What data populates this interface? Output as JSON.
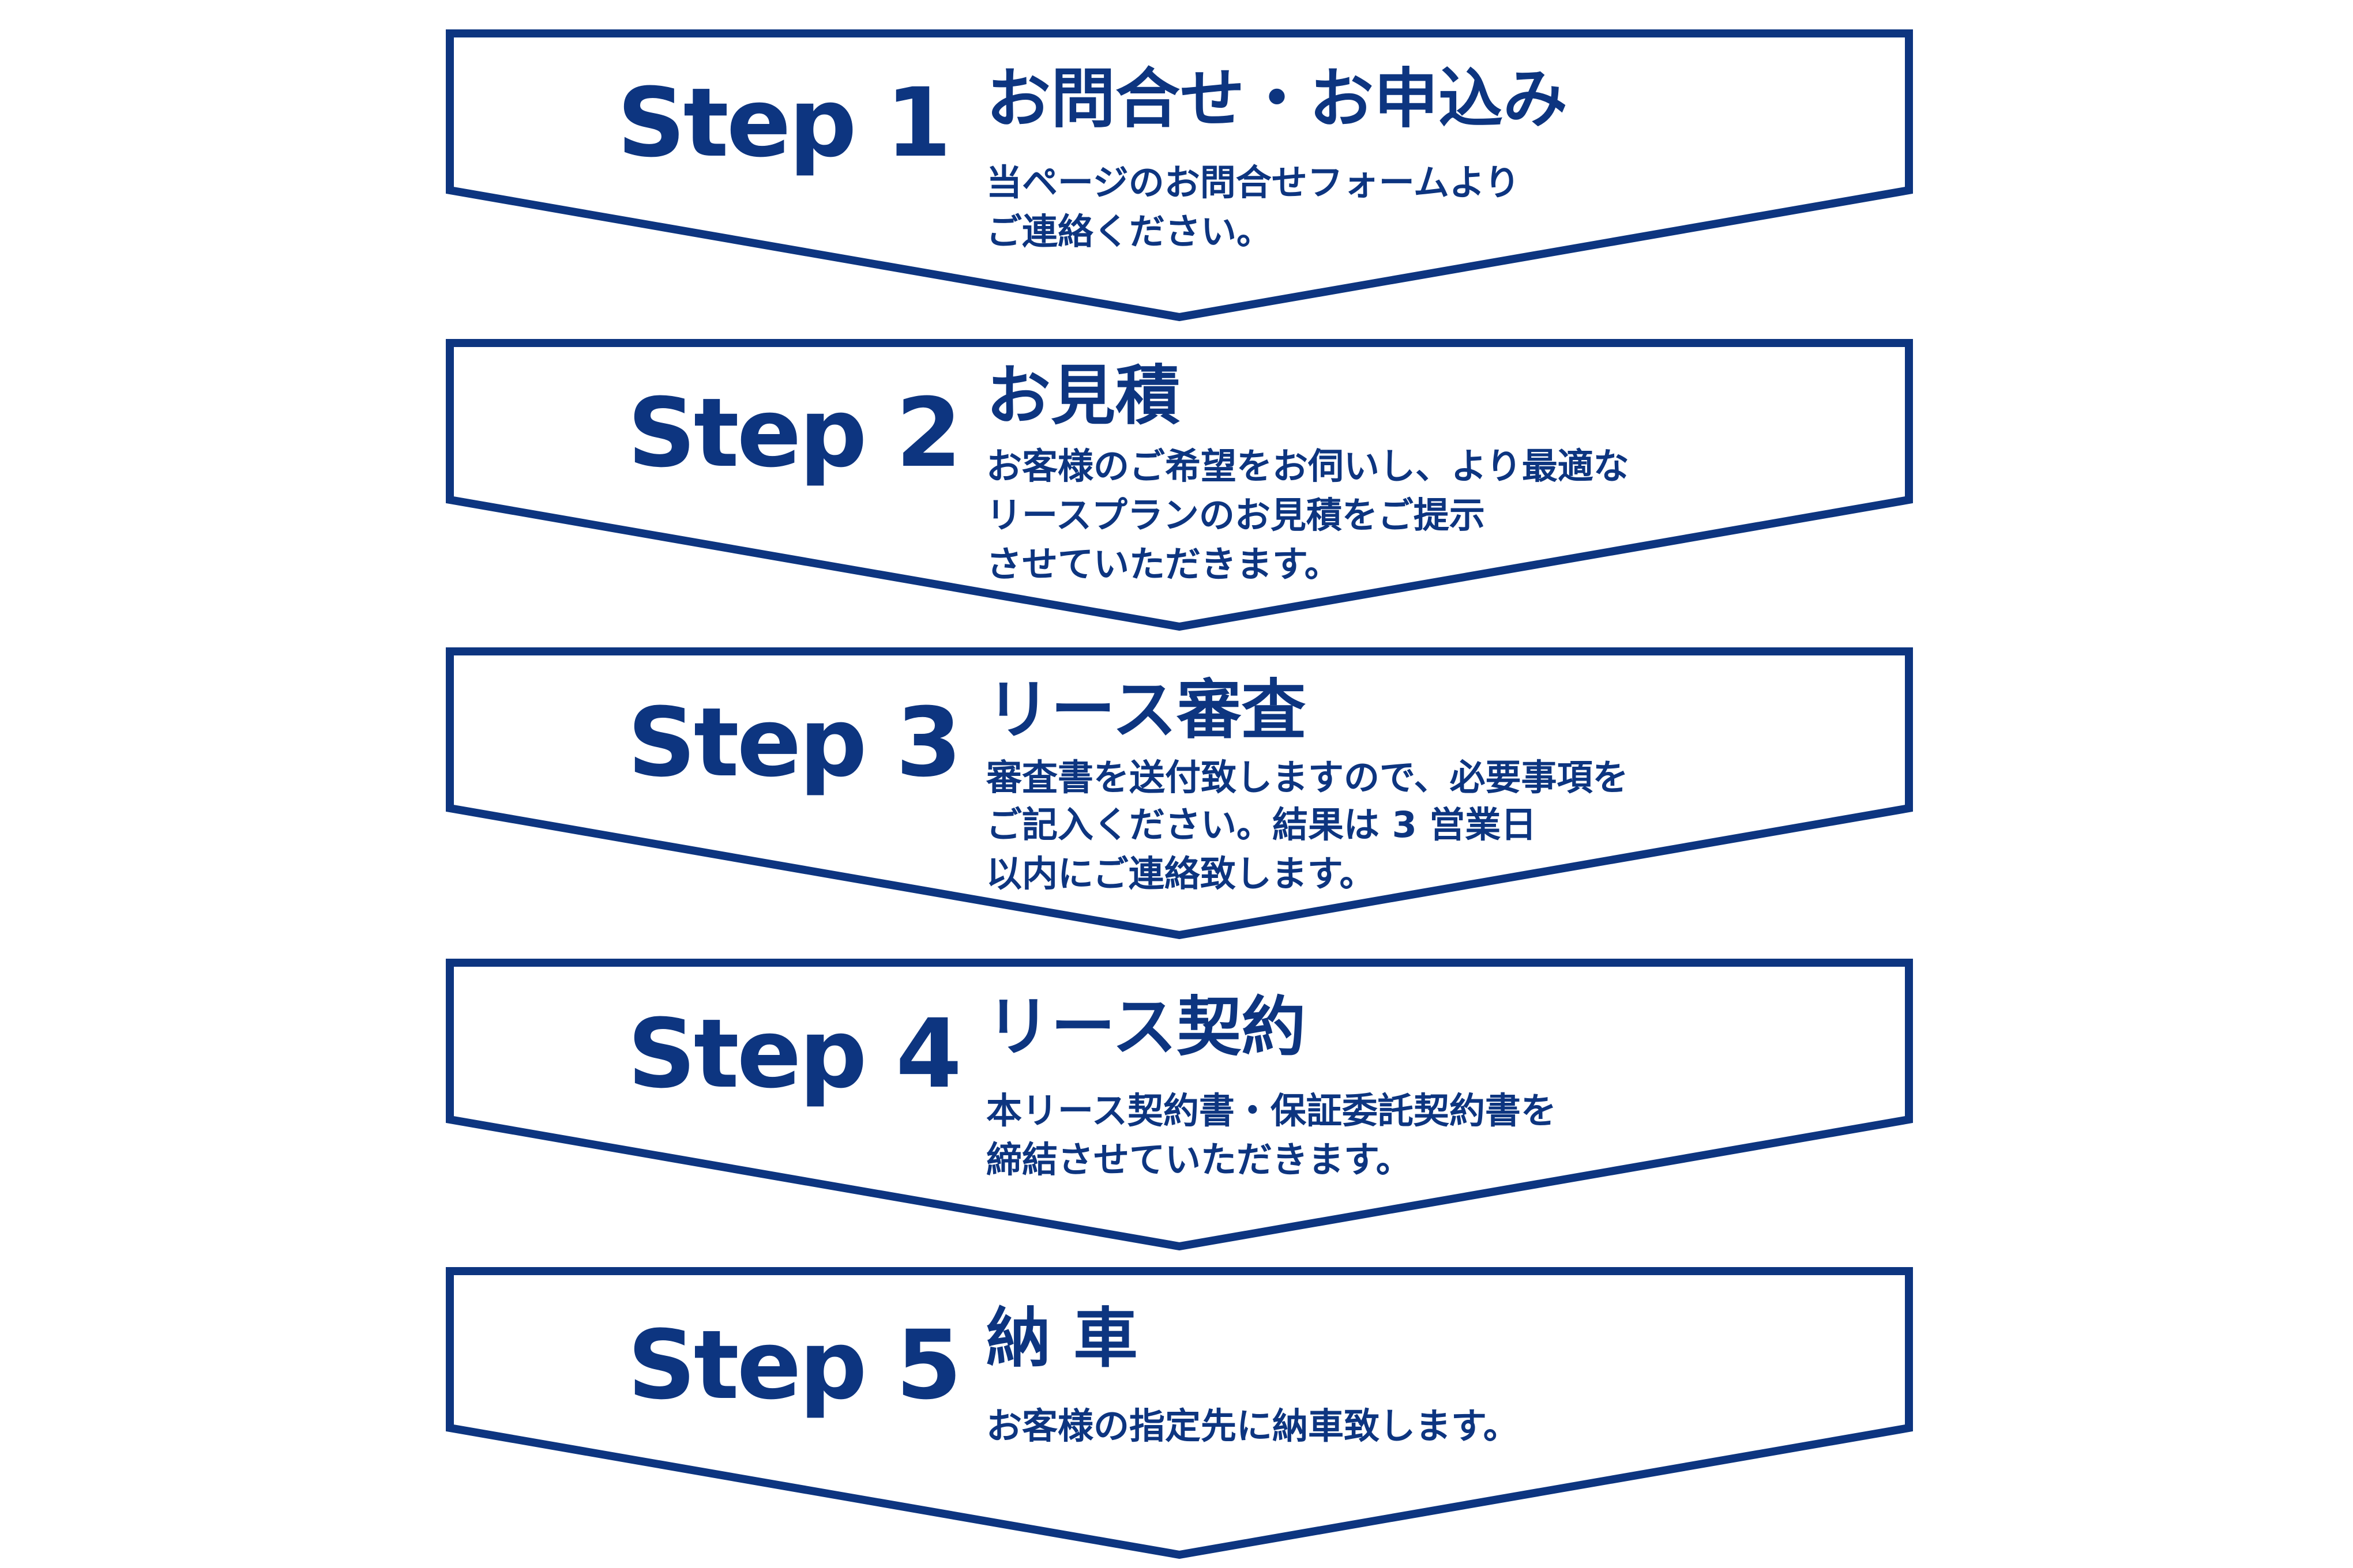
{
  "colors": {
    "accent": "#0d3580",
    "background": "#ffffff"
  },
  "steps": [
    {
      "label": "Step 1",
      "title": "お問合せ・お申込み",
      "description": [
        "当ページのお問合せフォームより",
        "ご連絡ください。"
      ]
    },
    {
      "label": "Step 2",
      "title": "お見積",
      "description": [
        "お客様のご希望をお伺いし、より最適な",
        "リースプランのお見積をご提示",
        "させていただきます。"
      ]
    },
    {
      "label": "Step 3",
      "title": "リース審査",
      "description": [
        "審査書を送付致しますので、必要事項を",
        "ご記入ください。結果は 3 営業日",
        "以内にご連絡致します。"
      ]
    },
    {
      "label": "Step 4",
      "title": "リース契約",
      "description": [
        "本リース契約書・保証委託契約書を",
        "締結させていただきます。"
      ]
    },
    {
      "label": "Step 5",
      "title": "納 車",
      "description": [
        "お客様の指定先に納車致します。"
      ]
    }
  ]
}
